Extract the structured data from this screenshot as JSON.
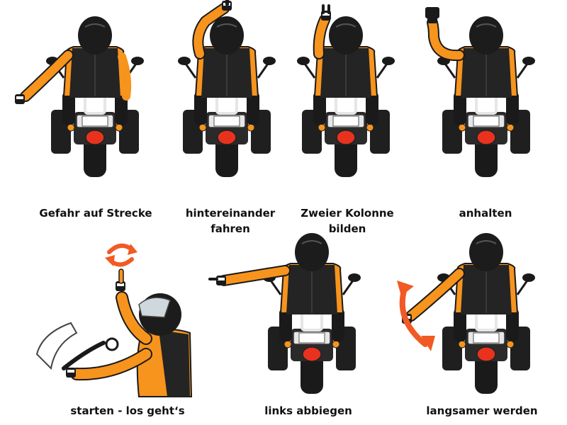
{
  "colors": {
    "jacket": "#f7941d",
    "jacket_outline": "#1a1a1a",
    "vest": "#242424",
    "helmet": "#1c1c1c",
    "bike": "#1f1f1f",
    "chrome": "#e6e6e6",
    "tail_light": "#e8321e",
    "indicator": "#f7941d",
    "motion_arrow": "#f15a24"
  },
  "signals": [
    {
      "lines": [
        "Gefahr auf Strecke"
      ]
    },
    {
      "lines": [
        "hintereinander",
        "fahren"
      ]
    },
    {
      "lines": [
        "Zweier Kolonne",
        "bilden"
      ]
    },
    {
      "lines": [
        "anhalten"
      ]
    },
    {
      "lines": [
        "starten - los geht‘s"
      ]
    },
    {
      "lines": [
        "links abbiegen"
      ]
    },
    {
      "lines": [
        "langsamer werden"
      ]
    }
  ]
}
